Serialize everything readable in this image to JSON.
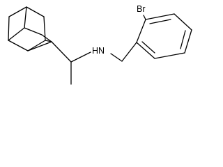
{
  "diagram": {
    "type": "chemical-structure",
    "atom_labels": {
      "amine": "HN",
      "halogen": "Br"
    },
    "colors": {
      "background": "#ffffff",
      "bonds": "#000000",
      "labels": "#000000"
    }
  }
}
